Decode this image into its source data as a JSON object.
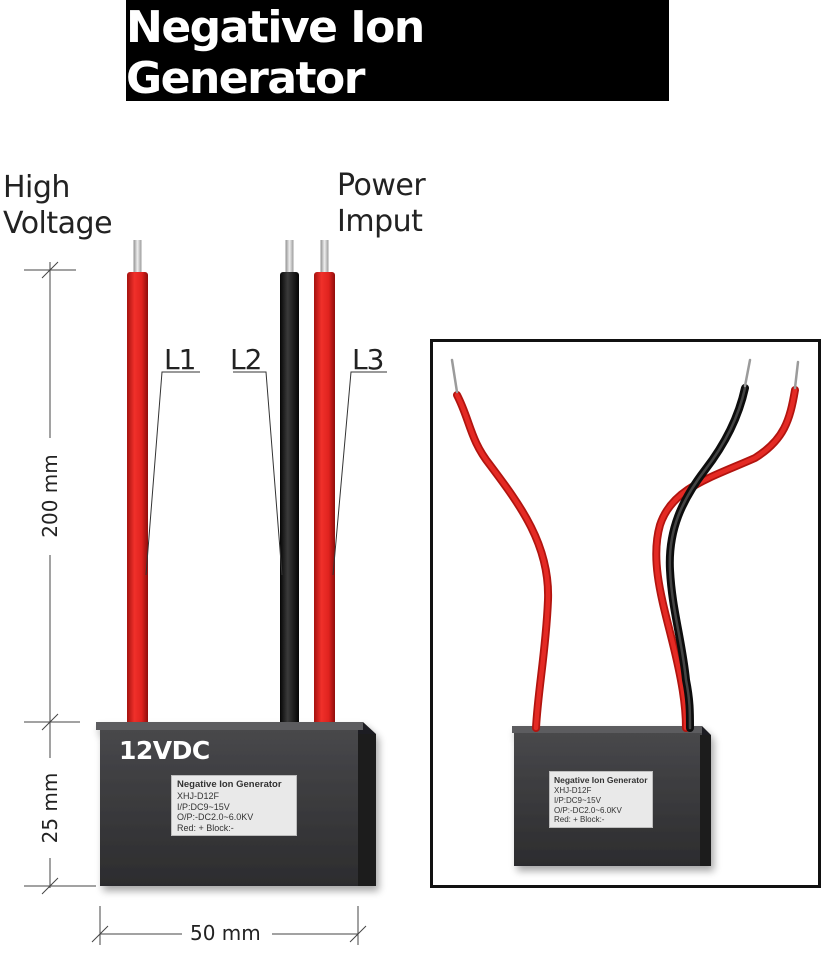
{
  "title": "Negative Ion Generator",
  "captions": {
    "high_voltage": [
      "High",
      "Voltage"
    ],
    "power_input": [
      "Power",
      "Imput"
    ]
  },
  "wires": [
    {
      "label": "L1",
      "color": "#e0231f"
    },
    {
      "label": "L2",
      "color": "#161616"
    },
    {
      "label": "L3",
      "color": "#e0231f"
    }
  ],
  "dimensions": {
    "wire_length": "200 mm",
    "module_height": "25 mm",
    "module_width": "50 mm"
  },
  "module": {
    "voltage": "12VDC",
    "plate": {
      "title": "Negative Ion Generator",
      "lines": [
        "XHJ-D12F",
        "I/P:DC9~15V",
        "O/P:-DC2.0~6.0KV",
        "Red: +    Block:-"
      ]
    }
  },
  "colors": {
    "red_wire": "#e0231f",
    "black_wire": "#161616",
    "module_body": "#3a3a3c",
    "plate": "#e9e9e9",
    "title_bar": "#000000"
  }
}
